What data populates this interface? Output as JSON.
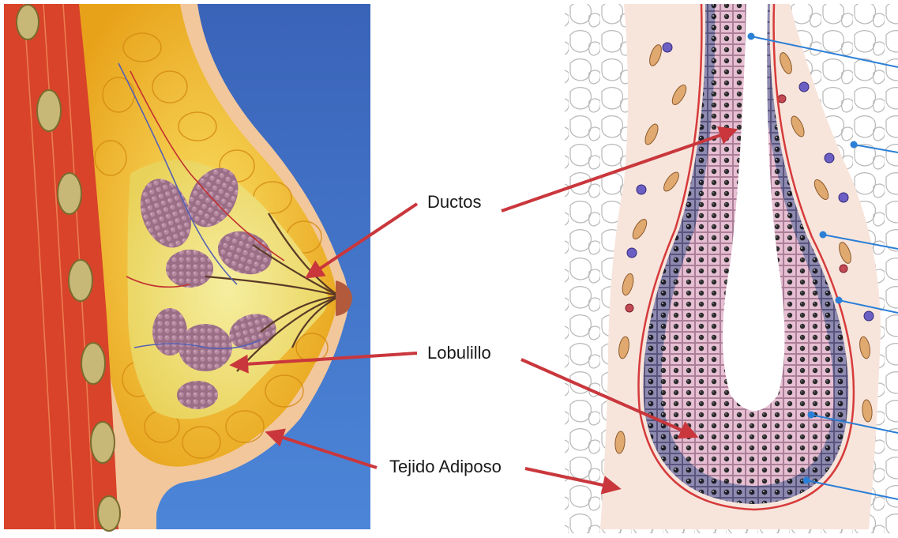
{
  "labels": {
    "ducts": "Ductos",
    "lobule": "Lobulillo",
    "adipose": "Tejido Adiposo"
  },
  "colors": {
    "background_blue": "#3f70c6",
    "arrow_red": "#c9373c",
    "pointer_blue": "#2b7fd6"
  }
}
